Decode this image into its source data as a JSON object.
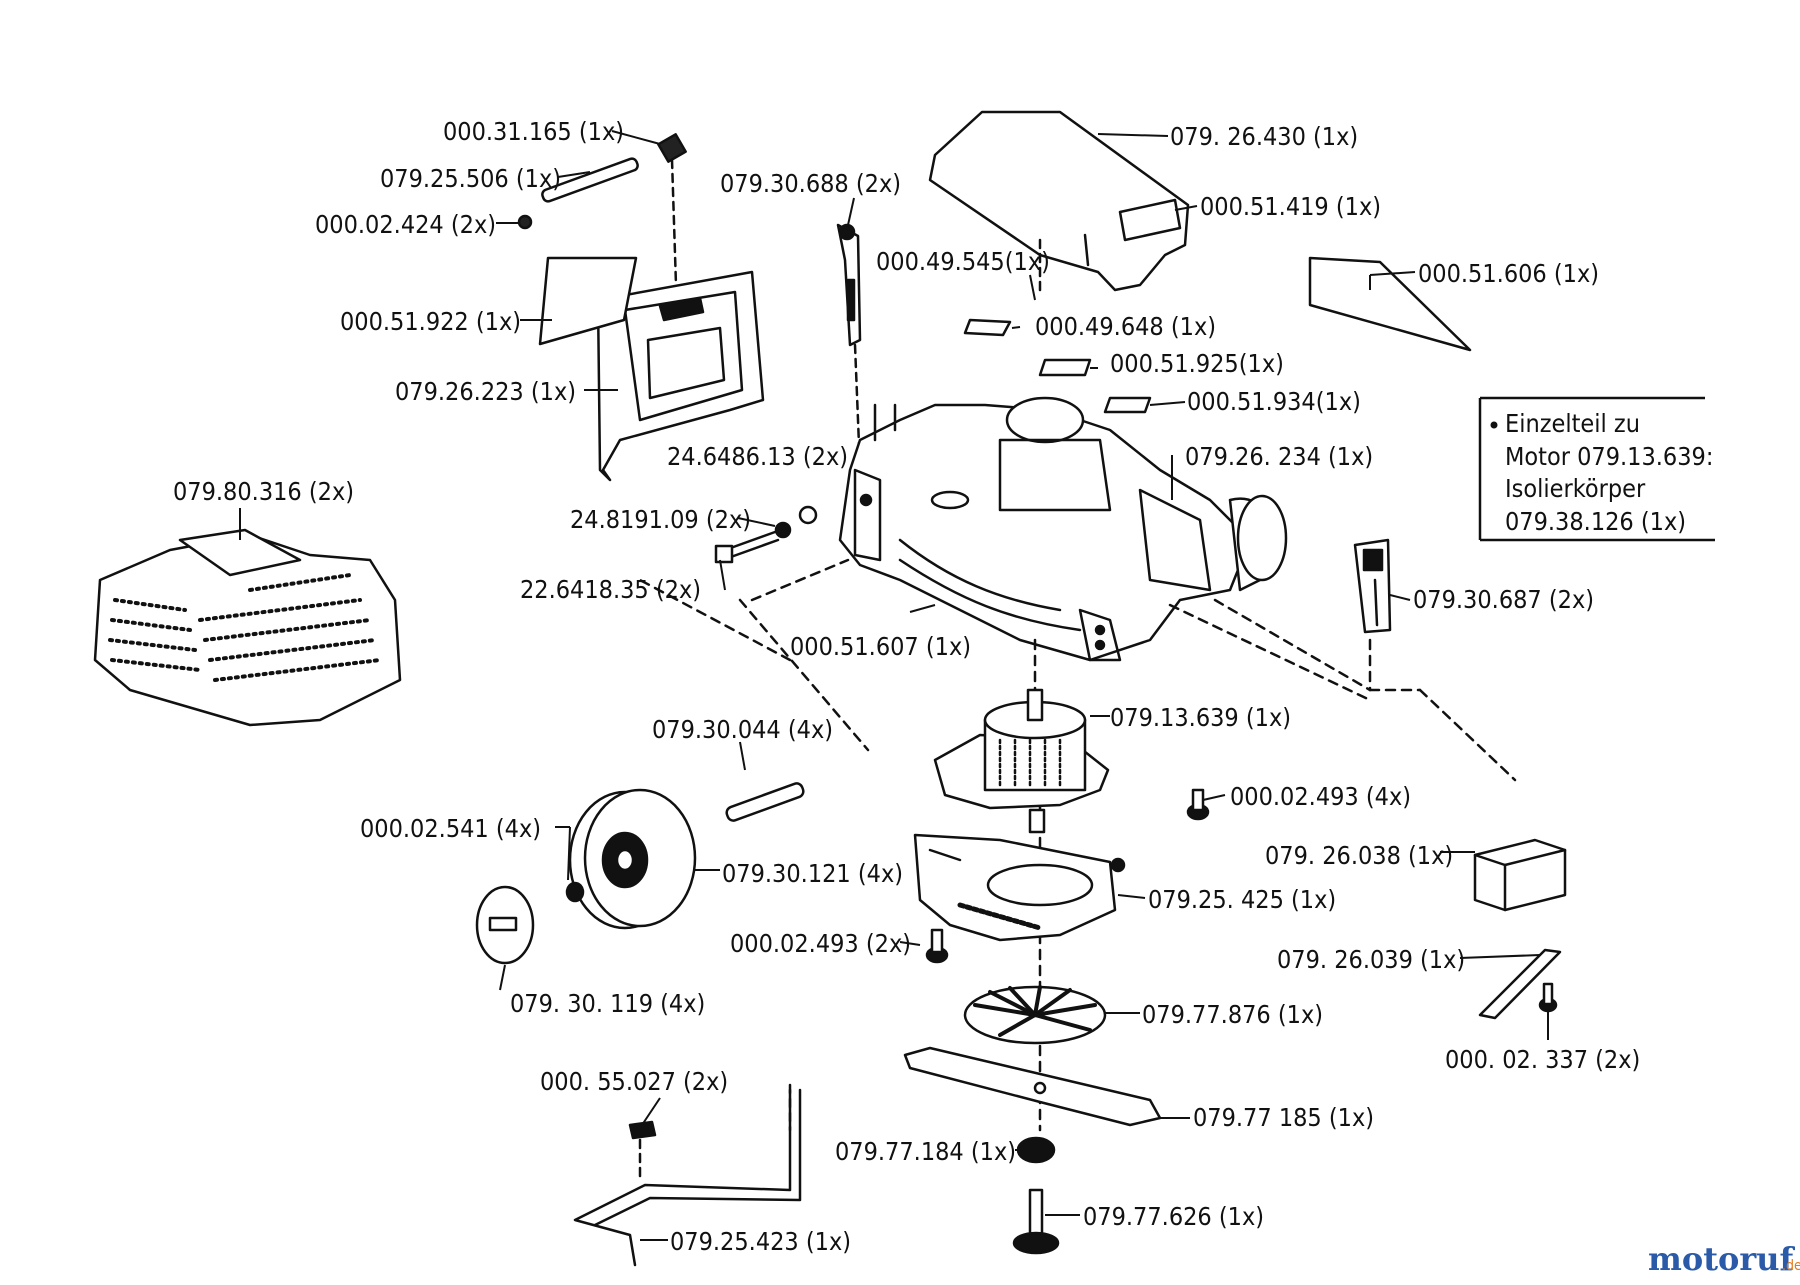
{
  "parts": {
    "p000_31_165": "000.31.165 (1x)",
    "p079_25_506": "079.25.506 (1x)",
    "p000_02_424": "000.02.424 (2x)",
    "p079_30_688": "079.30.688 (2x)",
    "p079_26_430": "079. 26.430 (1x)",
    "p000_51_419": "000.51.419 (1x)",
    "p000_49_545": "000.49.545(1x)",
    "p000_51_606": "000.51.606 (1x)",
    "p000_51_922": "000.51.922 (1x)",
    "p000_49_648": "000.49.648 (1x)",
    "p000_51_925": "000.51.925(1x)",
    "p079_26_223": "079.26.223 (1x)",
    "p000_51_934": "000.51.934(1x)",
    "p24_6486_13": "24.6486.13 (2x)",
    "p079_26_234": "079.26. 234 (1x)",
    "p079_80_316": "079.80.316 (2x)",
    "p24_8191_09": "24.8191.09 (2x)",
    "p22_6418_35": "22.6418.35 (2x)",
    "p079_30_687": "079.30.687 (2x)",
    "p000_51_607": "000.51.607 (1x)",
    "p079_13_639": "079.13.639 (1x)",
    "p079_30_044": "079.30.044 (4x)",
    "p000_02_493a": "000.02.493 (4x)",
    "p000_02_541": "000.02.541 (4x)",
    "p079_30_121": "079.30.121 (4x)",
    "p079_26_038": "079. 26.038 (1x)",
    "p079_25_425": "079.25. 425 (1x)",
    "p000_02_493b": "000.02.493 (2x)",
    "p079_26_039": "079. 26.039 (1x)",
    "p079_30_119": "079. 30. 119 (4x)",
    "p079_77_876": "079.77.876 (1x)",
    "p000_02_337": "000. 02. 337 (2x)",
    "p000_55_027": "000. 55.027 (2x)",
    "p079_77_185": "079.77 185 (1x)",
    "p079_77_184": "079.77.184 (1x)",
    "p079_77_626": "079.77.626 (1x)",
    "p079_25_423": "079.25.423 (1x)"
  },
  "note": {
    "line1": "Einzelteil zu",
    "line2": "Motor 079.13.639:",
    "line3": "Isolierkörper",
    "line4": "079.38.126 (1x)"
  },
  "watermark": {
    "main": "motoruf",
    "suffix": ".de"
  },
  "colors": {
    "ink": "#111111",
    "watermark_blue": "#2a5aa8",
    "watermark_orange": "#e07a1a"
  }
}
